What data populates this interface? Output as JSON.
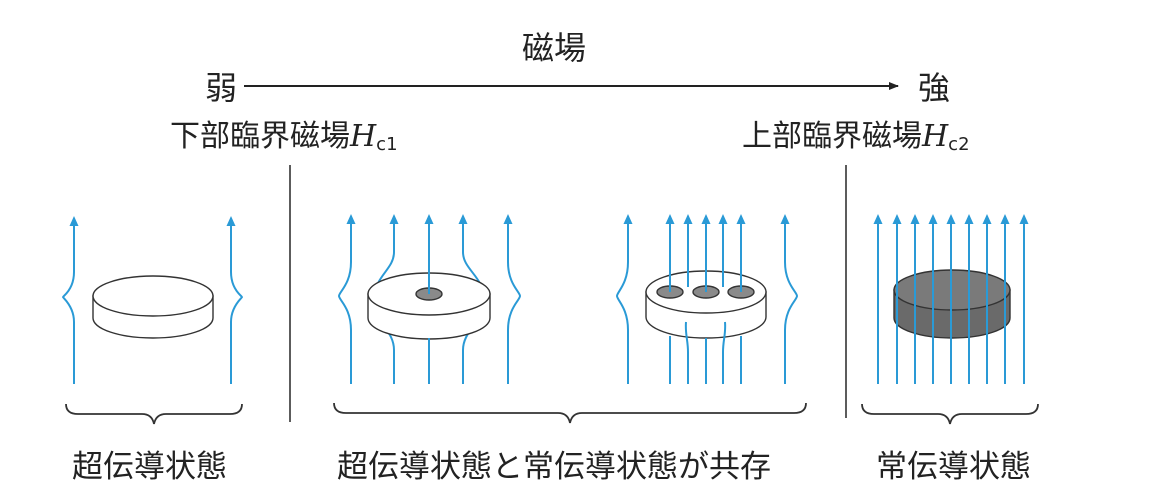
{
  "field": {
    "title": "磁場",
    "weak": "弱",
    "strong": "強",
    "lower_critical_prefix": "下部臨界磁場",
    "lower_critical_symbol": "H",
    "lower_critical_sub": "c1",
    "upper_critical_prefix": "上部臨界磁場",
    "upper_critical_symbol": "H",
    "upper_critical_sub": "c2"
  },
  "states": {
    "superconducting": "超伝導状態",
    "mixed": "超伝導状態と常伝導状態が共存",
    "normal": "常伝導状態"
  },
  "colors": {
    "field_line": "#2a9ad6",
    "outline": "#333333",
    "normal_disk": "#6a6a6a",
    "vortex_core": "#8a8a8a"
  }
}
